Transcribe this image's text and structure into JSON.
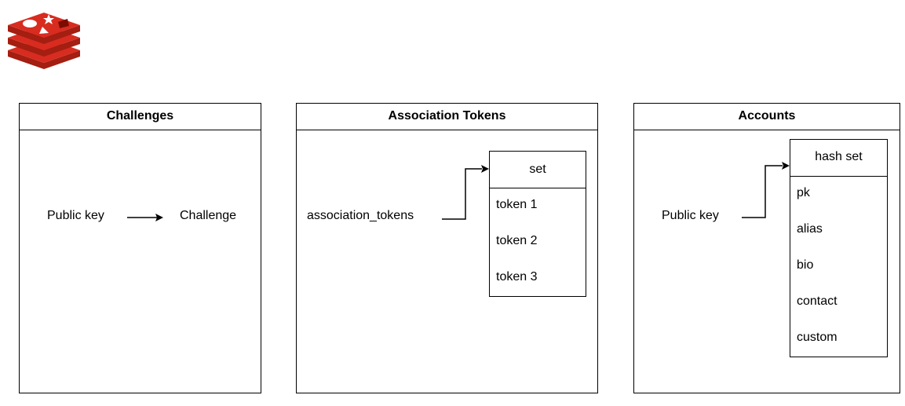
{
  "logo": {
    "icon": "redis-logo-icon",
    "color": "#c6302b"
  },
  "panels": {
    "challenges": {
      "title": "Challenges",
      "key_label": "Public key",
      "value_label": "Challenge"
    },
    "association_tokens": {
      "title": "Association Tokens",
      "key_label": "association_tokens",
      "set": {
        "header": "set",
        "items": [
          "token 1",
          "token 2",
          "token 3"
        ]
      }
    },
    "accounts": {
      "title": "Accounts",
      "key_label": "Public key",
      "hash_set": {
        "header": "hash set",
        "fields": [
          "pk",
          "alias",
          "bio",
          "contact",
          "custom"
        ]
      }
    }
  }
}
